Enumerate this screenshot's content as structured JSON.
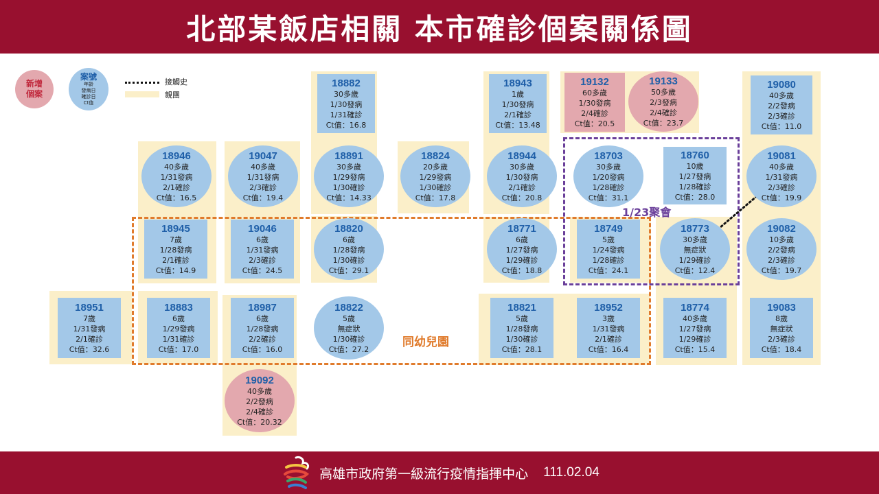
{
  "title": "北部某飯店相關 本市確診個案關係圖",
  "footer": {
    "org": "高雄市政府第一級流行疫情指揮中心",
    "date": "111.02.04"
  },
  "legend": {
    "new_line1": "新增",
    "new_line2": "個案",
    "case_title": "案號",
    "case_fields": [
      "年齡",
      "發病日",
      "確診日",
      "Ct值"
    ],
    "contact_label": "接觸史",
    "family_label": "親團"
  },
  "group_labels": {
    "kindergarten": "同幼兒園",
    "gathering": "1/23聚會"
  },
  "cases": [
    {
      "id": "18882",
      "age": "30多歲",
      "onset": "1/30發病",
      "confirmed": "1/31確診",
      "ct": "Ct值：16.8"
    },
    {
      "id": "18943",
      "age": "1歲",
      "onset": "1/30發病",
      "confirmed": "2/1確診",
      "ct": "Ct值：13.48"
    },
    {
      "id": "19132",
      "age": "60多歲",
      "onset": "1/30發病",
      "confirmed": "2/4確診",
      "ct": "Ct值：20.5"
    },
    {
      "id": "19133",
      "age": "50多歲",
      "onset": "2/3發病",
      "confirmed": "2/4確診",
      "ct": "Ct值：23.7"
    },
    {
      "id": "19080",
      "age": "40多歲",
      "onset": "2/2發病",
      "confirmed": "2/3確診",
      "ct": "Ct值：11.0"
    },
    {
      "id": "18946",
      "age": "40多歲",
      "onset": "1/31發病",
      "confirmed": "2/1確診",
      "ct": "Ct值：16.5"
    },
    {
      "id": "19047",
      "age": "40多歲",
      "onset": "1/31發病",
      "confirmed": "2/3確診",
      "ct": "Ct值：19.4"
    },
    {
      "id": "18891",
      "age": "30多歲",
      "onset": "1/29發病",
      "confirmed": "1/30確診",
      "ct": "Ct值：14.33"
    },
    {
      "id": "18824",
      "age": "20多歲",
      "onset": "1/29發病",
      "confirmed": "1/30確診",
      "ct": "Ct值：17.8"
    },
    {
      "id": "18944",
      "age": "30多歲",
      "onset": "1/30發病",
      "confirmed": "2/1確診",
      "ct": "Ct值：20.8"
    },
    {
      "id": "18703",
      "age": "30多歲",
      "onset": "1/20發病",
      "confirmed": "1/28確診",
      "ct": "Ct值：31.1"
    },
    {
      "id": "18760",
      "age": "10歲",
      "onset": "1/27發病",
      "confirmed": "1/28確診",
      "ct": "Ct值：28.0"
    },
    {
      "id": "19081",
      "age": "40多歲",
      "onset": "1/31發病",
      "confirmed": "2/3確診",
      "ct": "Ct值：19.9"
    },
    {
      "id": "18945",
      "age": "7歲",
      "onset": "1/28發病",
      "confirmed": "2/1確診",
      "ct": "Ct值：14.9"
    },
    {
      "id": "19046",
      "age": "6歲",
      "onset": "1/31發病",
      "confirmed": "2/3確診",
      "ct": "Ct值：24.5"
    },
    {
      "id": "18820",
      "age": "6歲",
      "onset": "1/28發病",
      "confirmed": "1/30確診",
      "ct": "Ct值：29.1"
    },
    {
      "id": "18771",
      "age": "6歲",
      "onset": "1/27發病",
      "confirmed": "1/29確診",
      "ct": "Ct值：18.8"
    },
    {
      "id": "18749",
      "age": "5歲",
      "onset": "1/24發病",
      "confirmed": "1/28確診",
      "ct": "Ct值：24.1"
    },
    {
      "id": "18773",
      "age": "30多歲",
      "onset": "無症狀",
      "confirmed": "1/29確診",
      "ct": "Ct值：12.4"
    },
    {
      "id": "19082",
      "age": "10多歲",
      "onset": "2/2發病",
      "confirmed": "2/3確診",
      "ct": "Ct值：19.7"
    },
    {
      "id": "18951",
      "age": "7歲",
      "onset": "1/31發病",
      "confirmed": "2/1確診",
      "ct": "Ct值：32.6"
    },
    {
      "id": "18883",
      "age": "6歲",
      "onset": "1/29發病",
      "confirmed": "1/31確診",
      "ct": "Ct值：17.0"
    },
    {
      "id": "18987",
      "age": "6歲",
      "onset": "1/28發病",
      "confirmed": "2/2確診",
      "ct": "Ct值：16.0"
    },
    {
      "id": "18822",
      "age": "5歲",
      "onset": "無症狀",
      "confirmed": "1/30確診",
      "ct": "Ct值：27.2"
    },
    {
      "id": "18821",
      "age": "5歲",
      "onset": "1/28發病",
      "confirmed": "1/30確診",
      "ct": "Ct值：28.1"
    },
    {
      "id": "18952",
      "age": "3歲",
      "onset": "1/31發病",
      "confirmed": "2/1確診",
      "ct": "Ct值：16.4"
    },
    {
      "id": "18774",
      "age": "40多歲",
      "onset": "1/27發病",
      "confirmed": "1/29確診",
      "ct": "Ct值：15.4"
    },
    {
      "id": "19083",
      "age": "8歲",
      "onset": "無症狀",
      "confirmed": "2/3確診",
      "ct": "Ct值：18.4"
    },
    {
      "id": "19092",
      "age": "40多歲",
      "onset": "2/2發病",
      "confirmed": "2/4確診",
      "ct": "Ct值：20.32"
    }
  ]
}
